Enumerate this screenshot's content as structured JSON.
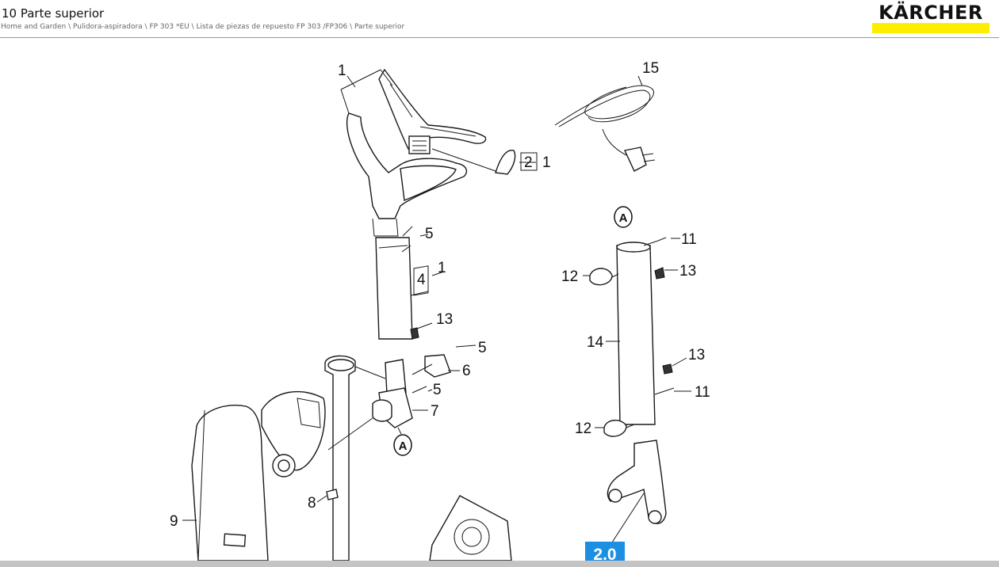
{
  "header": {
    "title": "10 Parte superior",
    "breadcrumb": "Home and Garden \\ Pulidora-aspiradora \\ FP 303 *EU \\ Lista de piezas de repuesto FP 303 /FP306 \\ Parte superior"
  },
  "brand": {
    "name": "KÄRCHER",
    "accent_color": "#ffed00"
  },
  "diagram": {
    "callouts": {
      "c1_top": "1",
      "c15": "15",
      "c2": "2",
      "c1_right": "1",
      "c5_a": "5",
      "c4": "4",
      "c1_mid": "1",
      "c13_a": "13",
      "c5_b": "5",
      "c6": "6",
      "c5_c": "5",
      "c7": "7",
      "c8": "8",
      "c9": "9",
      "c11_a": "11",
      "c13_b": "13",
      "c12_a": "12",
      "c14": "14",
      "c13_c": "13",
      "c11_b": "11",
      "c12_b": "12"
    },
    "markers": {
      "a_left": "A",
      "a_right": "A"
    },
    "version_badge": "2.0",
    "badge_color": "#1d8fe3"
  }
}
